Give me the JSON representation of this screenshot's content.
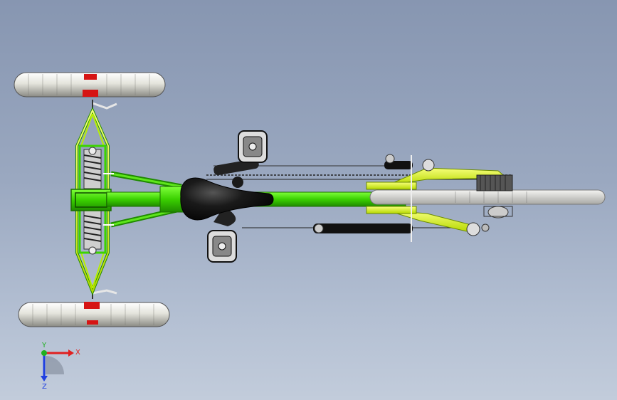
{
  "viewport": {
    "background_top": "#8796b1",
    "background_bottom": "#c2ccdb"
  },
  "model": {
    "frame_color": "#3bd400",
    "frame_highlight": "#b8f000",
    "accent_color": "#d61414",
    "tire_color": "#e8e8e4",
    "seat_color": "#111111"
  },
  "triad": {
    "x_label": "X",
    "y_label": "Y",
    "z_label": "Z",
    "x_color": "#e02020",
    "y_color": "#20b020",
    "z_color": "#2040e0"
  }
}
